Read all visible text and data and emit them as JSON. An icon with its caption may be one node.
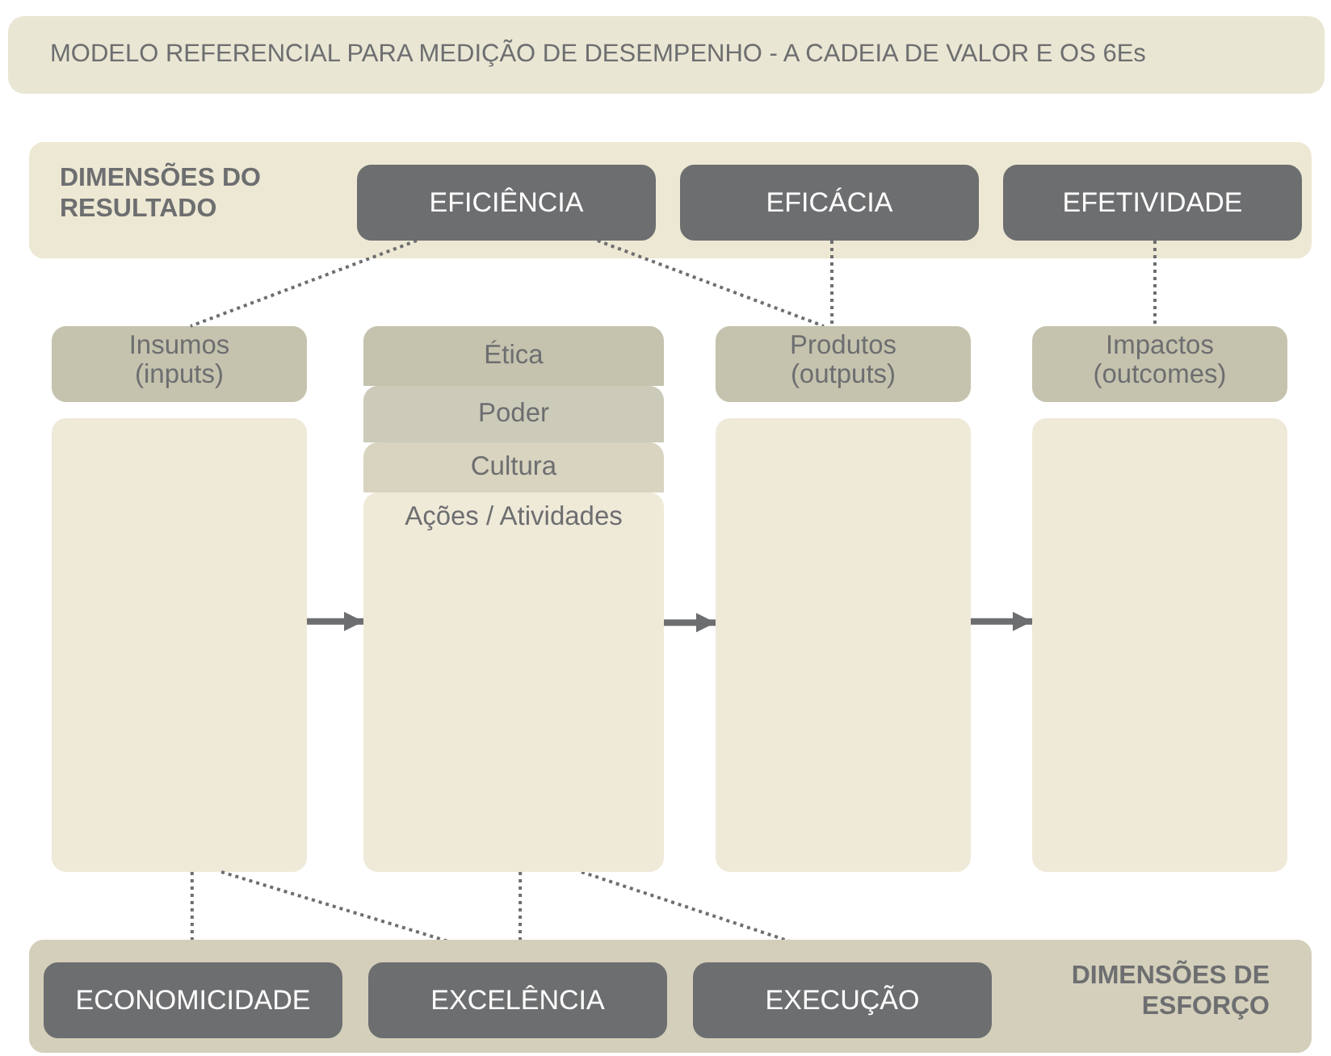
{
  "diagram": {
    "title": "MODELO REFERENCIAL PARA MEDIÇÃO DE DESEMPENHO - A CADEIA DE VALOR E OS 6Es",
    "nodes": [
      {
        "text": [
          "DIMENSÕES DO RESULTADO"
        ]
      },
      {
        "text": [
          "EFICIÊNCIA"
        ],
        "in": 0
      },
      {
        "text": [
          "EFICÁCIA"
        ],
        "in": 0
      },
      {
        "text": [
          "EFETIVIDADE"
        ],
        "in": 0
      },
      {
        "text": [
          "Insumos (inputs)"
        ]
      },
      {
        "text": [],
        "shape": "box"
      },
      {
        "text": [
          "Ética"
        ]
      },
      {
        "text": [
          "Poder"
        ]
      },
      {
        "text": [
          "Cultura"
        ]
      },
      {
        "text": [
          "Ações / Atividades"
        ]
      },
      {
        "text": [
          "Produtos (outputs)"
        ]
      },
      {
        "text": [],
        "shape": "box"
      },
      {
        "text": [
          "Impactos (outcomes)"
        ]
      },
      {
        "text": [],
        "shape": "box"
      },
      {
        "text": [
          "DIMENSÕES DE ESFORÇO"
        ]
      },
      {
        "text": [
          "ECONOMICIDADE"
        ],
        "in": 14
      },
      {
        "text": [
          "EXCELÊNCIA"
        ],
        "in": 14
      },
      {
        "text": [
          "EXECUÇÃO"
        ],
        "in": 14
      }
    ],
    "edges": [
      {
        "from": 1,
        "to": 4,
        "arrow": "none",
        "style": "dashed"
      },
      {
        "from": 1,
        "to": 10,
        "arrow": "none",
        "style": "dashed"
      },
      {
        "from": 2,
        "to": 10,
        "arrow": "none",
        "style": "dashed"
      },
      {
        "from": 3,
        "to": 12,
        "arrow": "none",
        "style": "dashed"
      },
      {
        "from": 5,
        "to": 15,
        "arrow": "none",
        "style": "dashed"
      },
      {
        "from": 5,
        "to": 16,
        "arrow": "none",
        "style": "dashed"
      },
      {
        "from": 9,
        "to": 16,
        "arrow": "none",
        "style": "dashed"
      },
      {
        "from": 9,
        "to": 17,
        "arrow": "none",
        "style": "dashed"
      },
      {
        "from": 5,
        "to": 9,
        "arrow": "to",
        "style": "thick"
      },
      {
        "from": 9,
        "to": 11,
        "arrow": "to",
        "style": "thick"
      },
      {
        "from": 11,
        "to": 13,
        "arrow": "to",
        "style": "thick"
      }
    ]
  }
}
